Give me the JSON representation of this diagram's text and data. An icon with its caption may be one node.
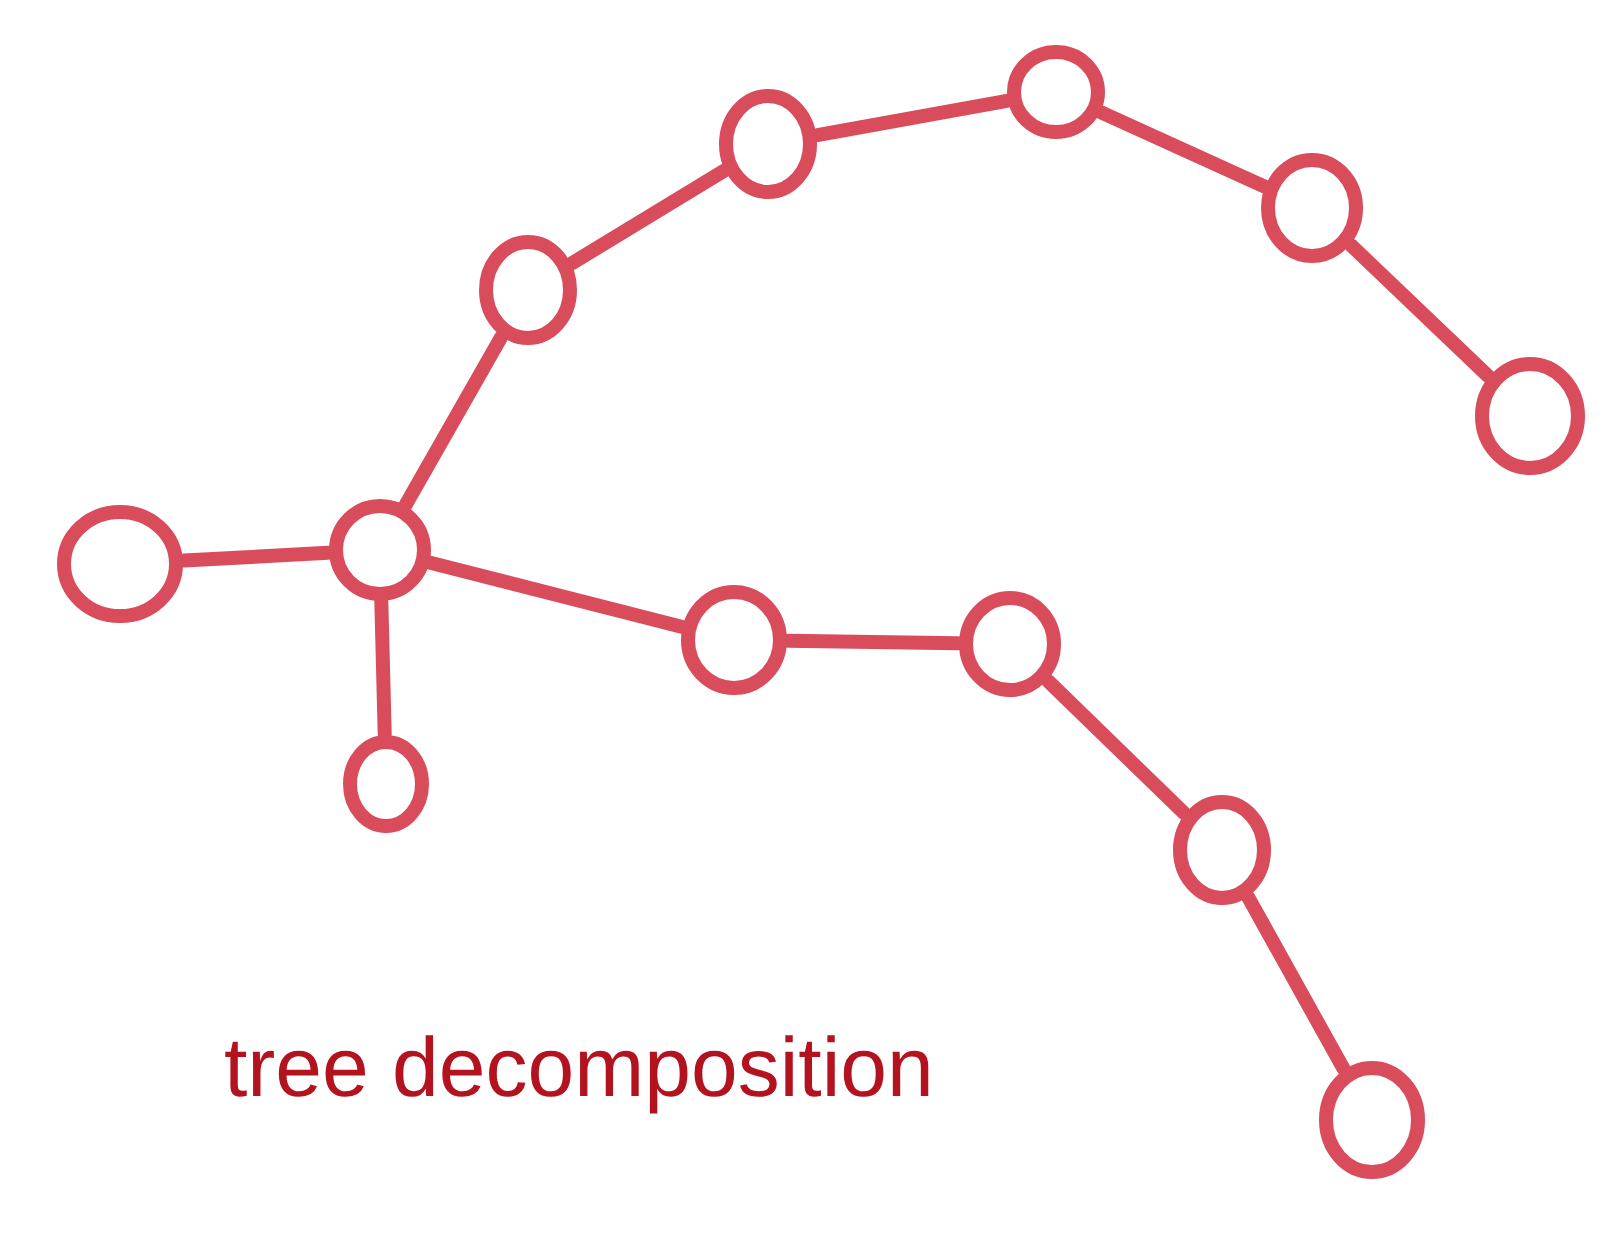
{
  "diagram": {
    "nodes": [
      {
        "text": [],
        "shape": "circle"
      },
      {
        "text": [],
        "shape": "circle"
      },
      {
        "text": [],
        "shape": "circle"
      },
      {
        "text": [],
        "shape": "circle"
      },
      {
        "text": [],
        "shape": "circle"
      },
      {
        "text": [],
        "shape": "circle"
      },
      {
        "text": [],
        "shape": "circle"
      },
      {
        "text": [],
        "shape": "circle"
      },
      {
        "text": [],
        "shape": "circle"
      },
      {
        "text": [],
        "shape": "circle"
      },
      {
        "text": [],
        "shape": "circle"
      },
      {
        "text": [],
        "shape": "circle"
      }
    ],
    "edges": [
      {
        "from": 0,
        "to": 1,
        "arrow": "none"
      },
      {
        "from": 1,
        "to": 2,
        "arrow": "none"
      },
      {
        "from": 1,
        "to": 3,
        "arrow": "none"
      },
      {
        "from": 3,
        "to": 5,
        "arrow": "none"
      },
      {
        "from": 5,
        "to": 7,
        "arrow": "none"
      },
      {
        "from": 7,
        "to": 9,
        "arrow": "none"
      },
      {
        "from": 9,
        "to": 11,
        "arrow": "none"
      },
      {
        "from": 1,
        "to": 4,
        "arrow": "none"
      },
      {
        "from": 4,
        "to": 6,
        "arrow": "none"
      },
      {
        "from": 6,
        "to": 8,
        "arrow": "none"
      },
      {
        "from": 8,
        "to": 10,
        "arrow": "none"
      }
    ],
    "labels": [
      "tree decomposition"
    ]
  }
}
